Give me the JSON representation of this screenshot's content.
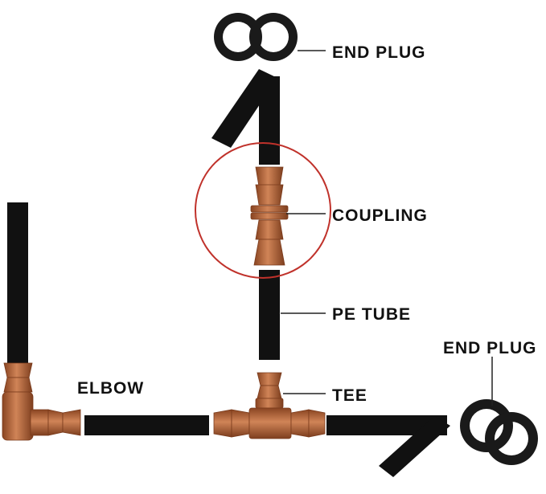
{
  "labels": {
    "end_plug_top": "END PLUG",
    "coupling": "COUPLING",
    "pe_tube": "PE TUBE",
    "end_plug_right": "END PLUG",
    "elbow": "ELBOW",
    "tee": "TEE"
  },
  "colors": {
    "tube": "#111111",
    "fitting": "#b8693f",
    "fitting_dark": "#8a4522",
    "highlight_circle": "#c0322b",
    "plug": "#1a1a1a",
    "leader_line": "#222222"
  }
}
